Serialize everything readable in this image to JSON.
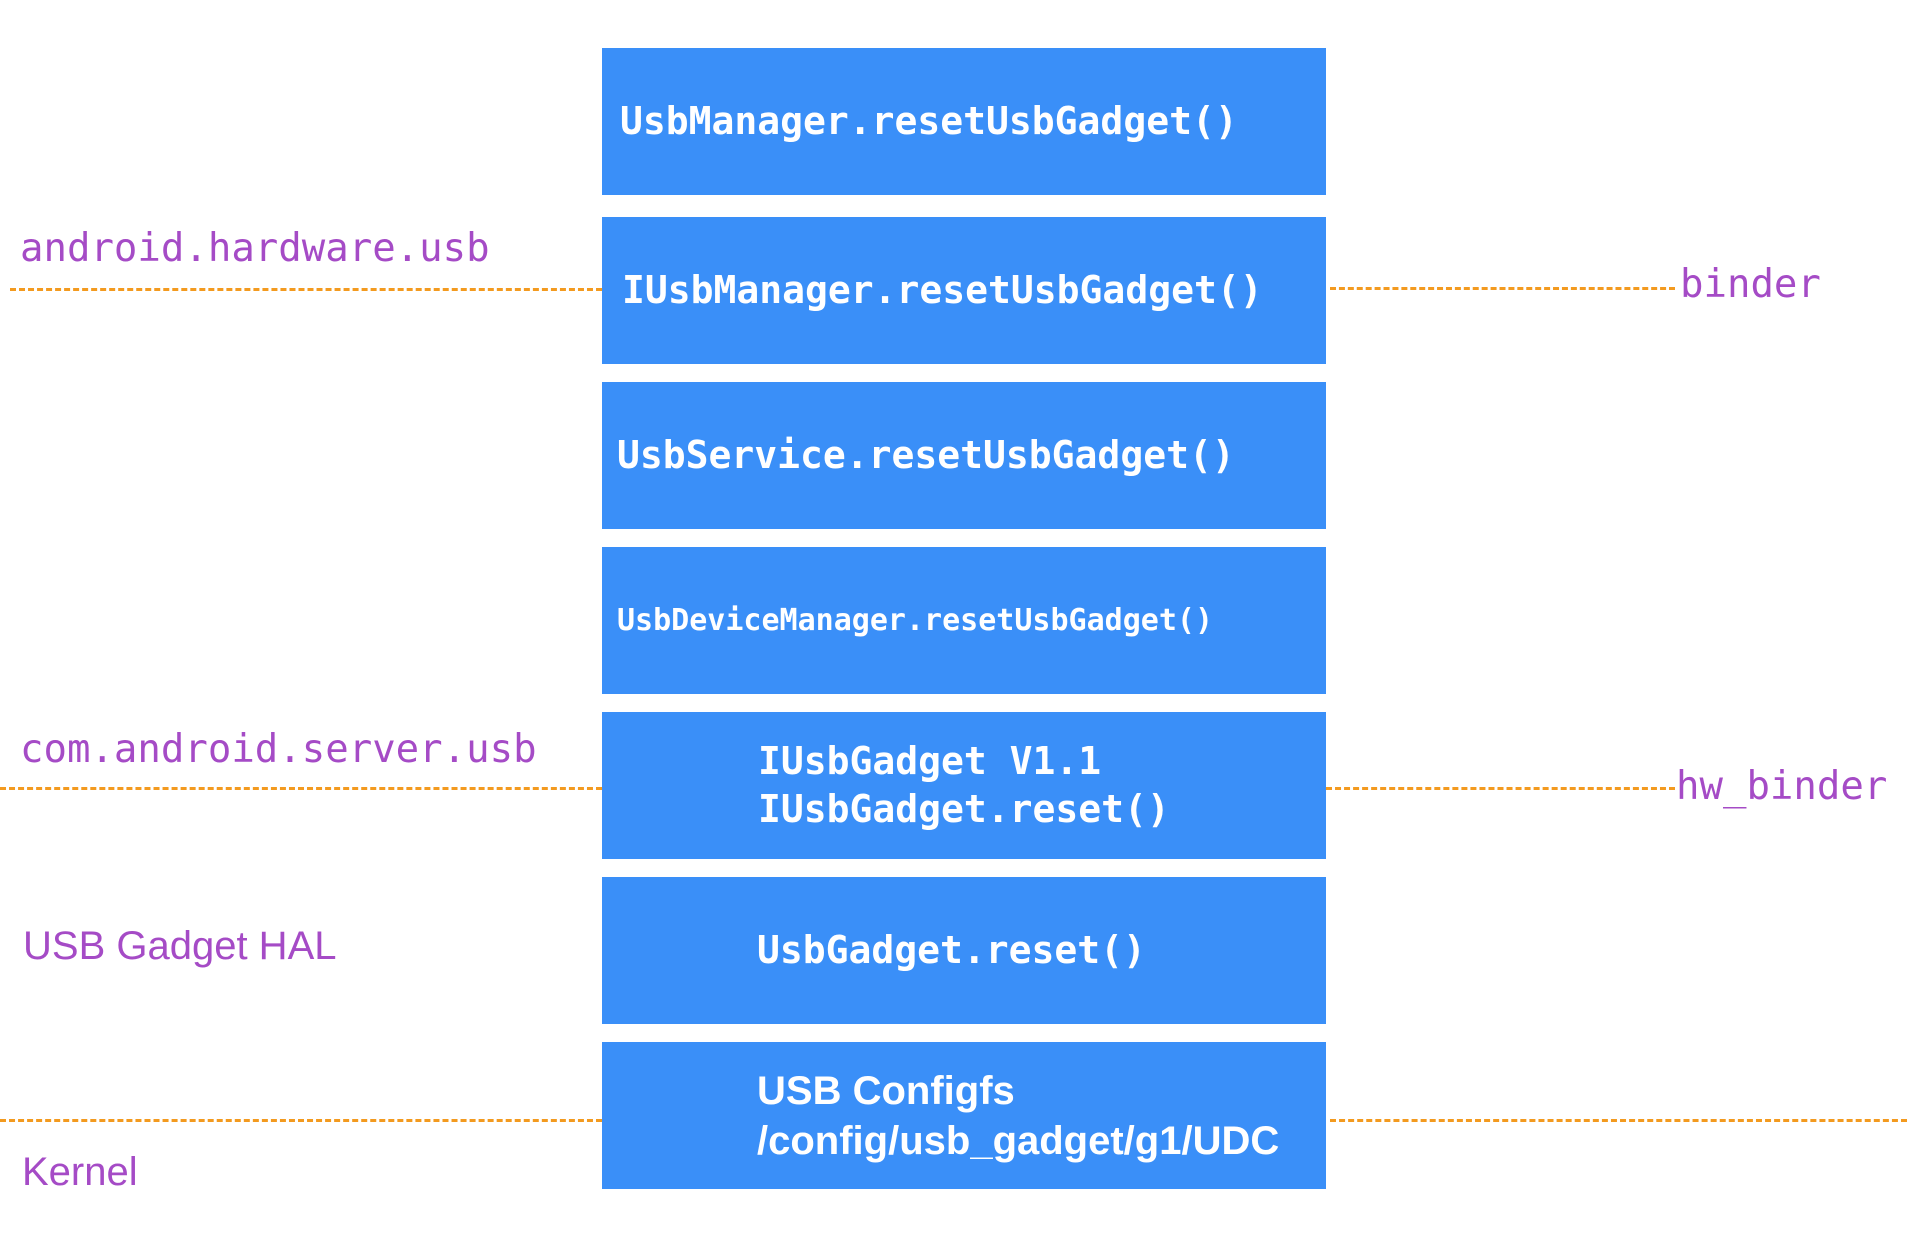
{
  "layers": [
    {
      "lines": [
        "UsbManager.resetUsbGadget()"
      ]
    },
    {
      "lines": [
        "IUsbManager.resetUsbGadget()"
      ]
    },
    {
      "lines": [
        "UsbService.resetUsbGadget()"
      ]
    },
    {
      "lines": [
        "UsbDeviceManager.resetUsbGadget()"
      ]
    },
    {
      "lines": [
        "IUsbGadget V1.1",
        "IUsbGadget.reset()"
      ]
    },
    {
      "lines": [
        "UsbGadget.reset()"
      ]
    },
    {
      "lines": [
        "USB Configfs",
        "/config/usb_gadget/g1/UDC"
      ]
    }
  ],
  "left_labels": {
    "android_hardware_usb": "android.hardware.usb",
    "com_android_server_usb": "com.android.server.usb",
    "usb_gadget_hal": "USB Gadget HAL",
    "kernel": "Kernel"
  },
  "right_labels": {
    "binder": "binder",
    "hw_binder": "hw_binder"
  },
  "colors": {
    "box_fill": "#3a8ff8",
    "box_text": "#ffffff",
    "label_text": "#a54bc6",
    "dashed_line": "#f39a1f"
  }
}
